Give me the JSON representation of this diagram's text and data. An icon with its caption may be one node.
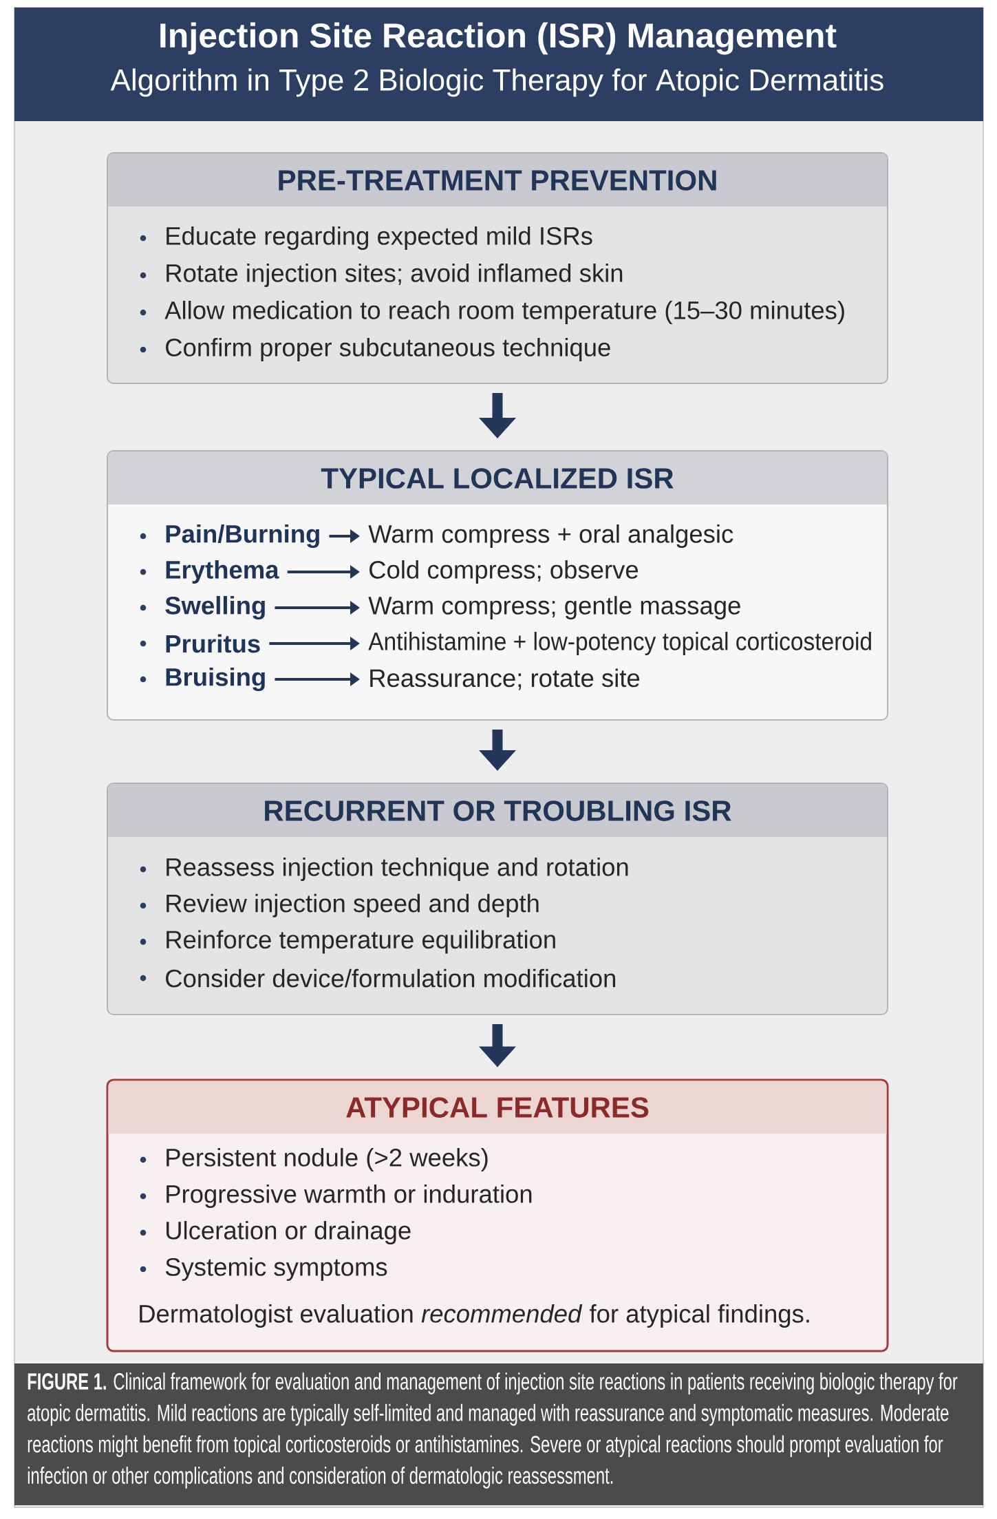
{
  "diagram": {
    "title": "Injection Site Reaction (ISR) Management",
    "caption": "**FIGURE 1.** Clinical framework for evaluation and management of injection site reactions in patients receiving biologic therapy for atopic dermatitis. Mild reactions are typically self-limited and managed with reassurance and symptomatic measures. Moderate reactions might benefit from topical corticosteroids or antihistamines. Severe or atypical reactions should prompt evaluation for infection or other complications and consideration of dermatologic reassessment.",
    "nodes": [
      {
        "text": [
          "PRE-TREATMENT PREVENTION",
          "Educate regarding expected mild ISRs",
          "Rotate injection sites; avoid inflamed skin",
          "Allow medication to reach room temperature (15–30 minutes)",
          "Confirm proper subcutaneous technique"
        ]
      },
      {
        "text": [
          "TYPICAL LOCALIZED ISR"
        ]
      },
      {
        "text": [
          "Pain/Burning"
        ],
        "in": 1
      },
      {
        "text": [
          "Warm compress + oral analgesic"
        ],
        "in": 1
      },
      {
        "text": [
          "Erythema"
        ],
        "in": 1
      },
      {
        "text": [
          "Cold compress; observe"
        ],
        "in": 1
      },
      {
        "text": [
          "Swelling"
        ],
        "in": 1
      },
      {
        "text": [
          "Warm compress; gentle massage"
        ],
        "in": 1
      },
      {
        "text": [
          "Pruritus"
        ],
        "in": 1
      },
      {
        "text": [
          "Antihistamine + low-potency topical corticosteroid"
        ],
        "in": 1
      },
      {
        "text": [
          "Bruising"
        ],
        "in": 1
      },
      {
        "text": [
          "Reassurance; rotate site"
        ],
        "in": 1
      },
      {
        "text": [
          "RECURRENT OR TROUBLING ISR",
          "Reassess injection technique and rotation",
          "Review injection speed and depth",
          "Reinforce temperature equilibration",
          "Consider device/formulation modification"
        ]
      },
      {
        "text": [
          "ATYPICAL FEATURES",
          "Persistent nodule (>2 weeks)",
          "Progressive warmth or induration",
          "Ulceration or drainage",
          "Systemic symptoms",
          "Dermatologist evaluation *recommended* for atypical findings."
        ]
      }
    ],
    "edges": [
      {
        "from": 0,
        "to": 1,
        "arrow": "to",
        "style": "thick"
      },
      {
        "from": 2,
        "to": 3,
        "arrow": "to"
      },
      {
        "from": 4,
        "to": 5,
        "arrow": "to"
      },
      {
        "from": 6,
        "to": 7,
        "arrow": "to"
      },
      {
        "from": 8,
        "to": 9,
        "arrow": "to"
      },
      {
        "from": 10,
        "to": 11,
        "arrow": "to"
      },
      {
        "from": 1,
        "to": 12,
        "arrow": "to",
        "style": "thick"
      },
      {
        "from": 12,
        "to": 13,
        "arrow": "to",
        "style": "thick"
      }
    ],
    "labels": [
      "Algorithm in Type 2 Biologic Therapy for Atopic Dermatitis"
    ]
  }
}
